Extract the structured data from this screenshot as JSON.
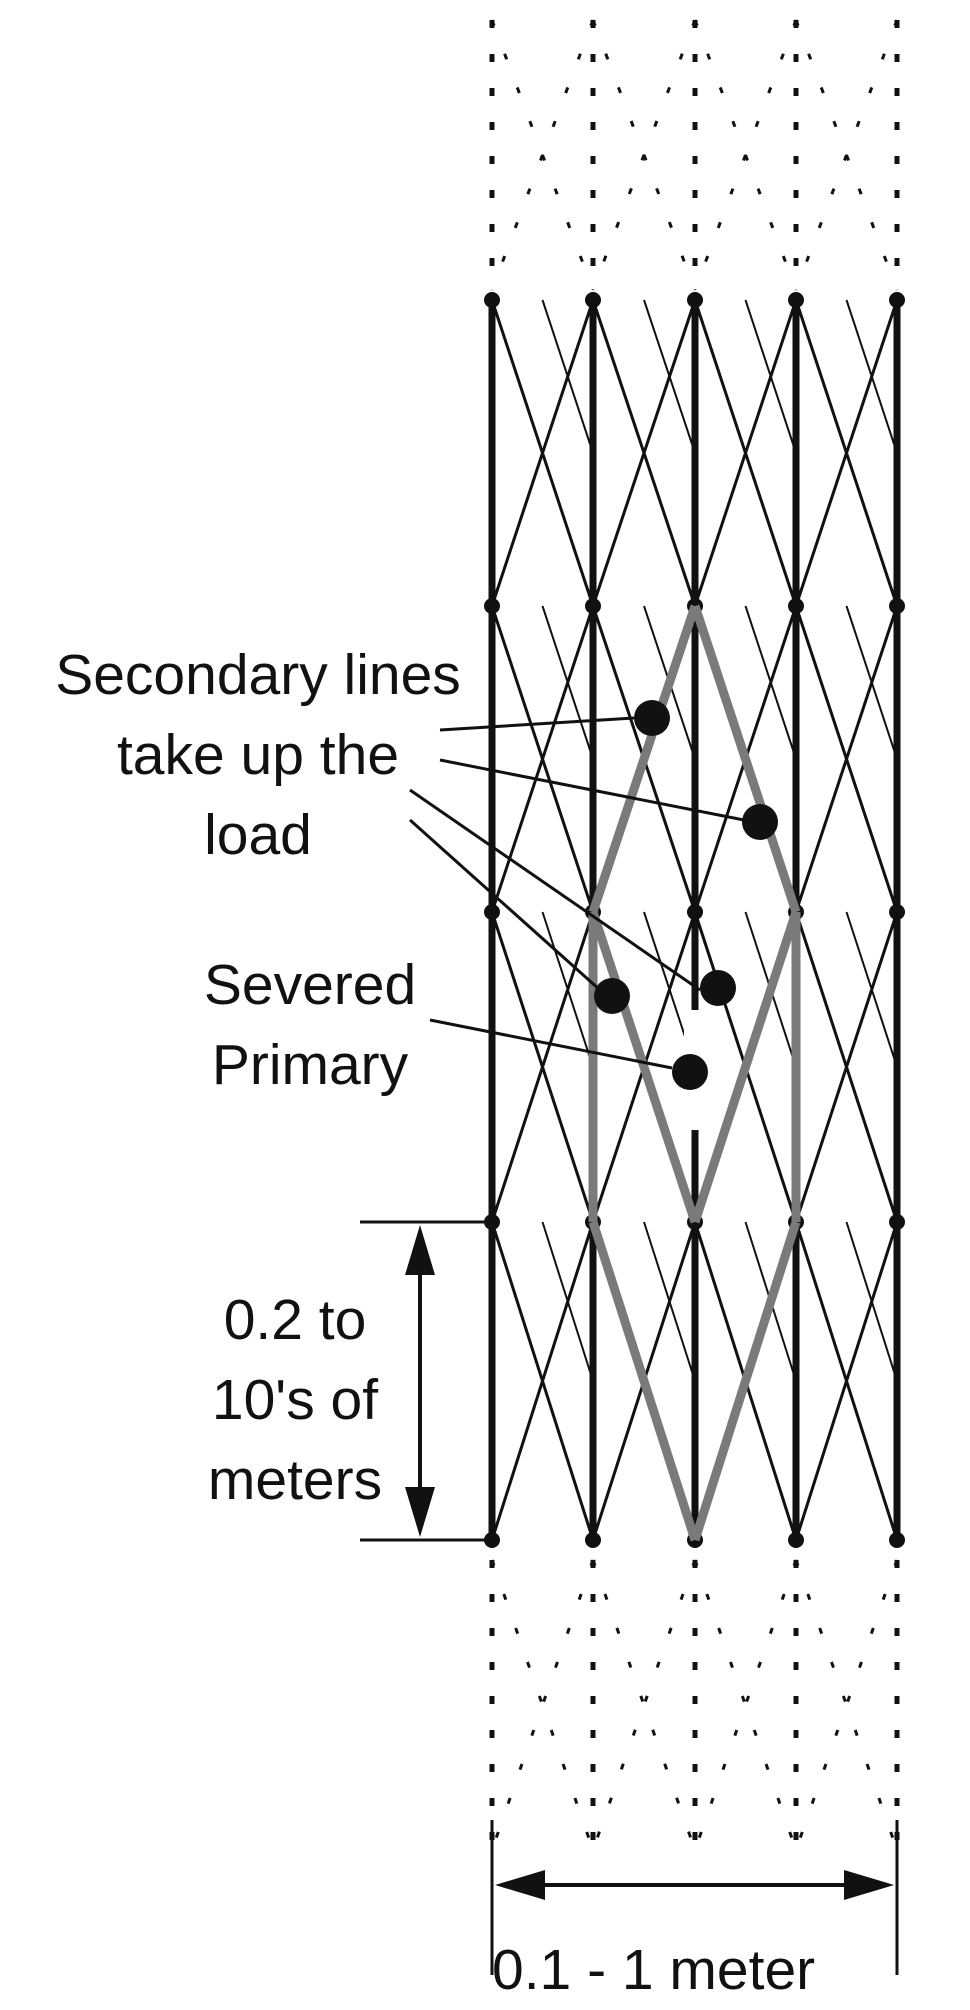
{
  "labels": {
    "secondary": [
      "Secondary lines",
      "take up the",
      "load"
    ],
    "severed": [
      "Severed",
      "Primary"
    ],
    "spacing": [
      "0.2 to",
      "10's of",
      "meters"
    ],
    "width": "0.1 - 1 meter"
  },
  "colors": {
    "ink": "#111111",
    "secondary_highlight": "#7a7a7a",
    "background": "#ffffff"
  }
}
